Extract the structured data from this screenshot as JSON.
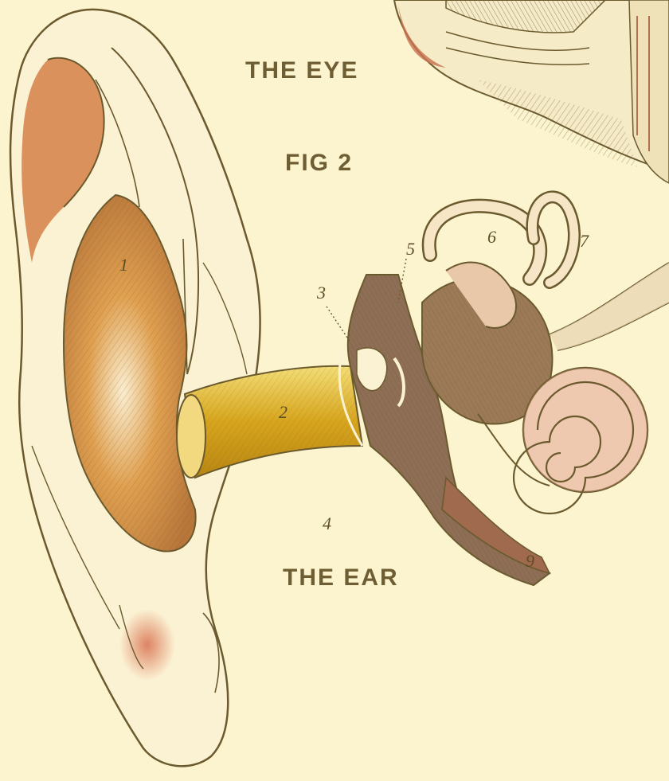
{
  "captions": {
    "eye_title": "THE EYE",
    "figure": "FIG 2",
    "ear_title": "THE EAR"
  },
  "labels": {
    "n1": "1",
    "n2": "2",
    "n3": "3",
    "n4": "4",
    "n5": "5",
    "n6": "6",
    "n7": "7",
    "n9": "9"
  },
  "colors": {
    "paper": "#fbf4cf",
    "ink": "#6b5a2e",
    "flesh": "#c98a3c",
    "canal": "#d9a21a",
    "tissue": "#9c7a57",
    "blush": "#d97a5a"
  }
}
